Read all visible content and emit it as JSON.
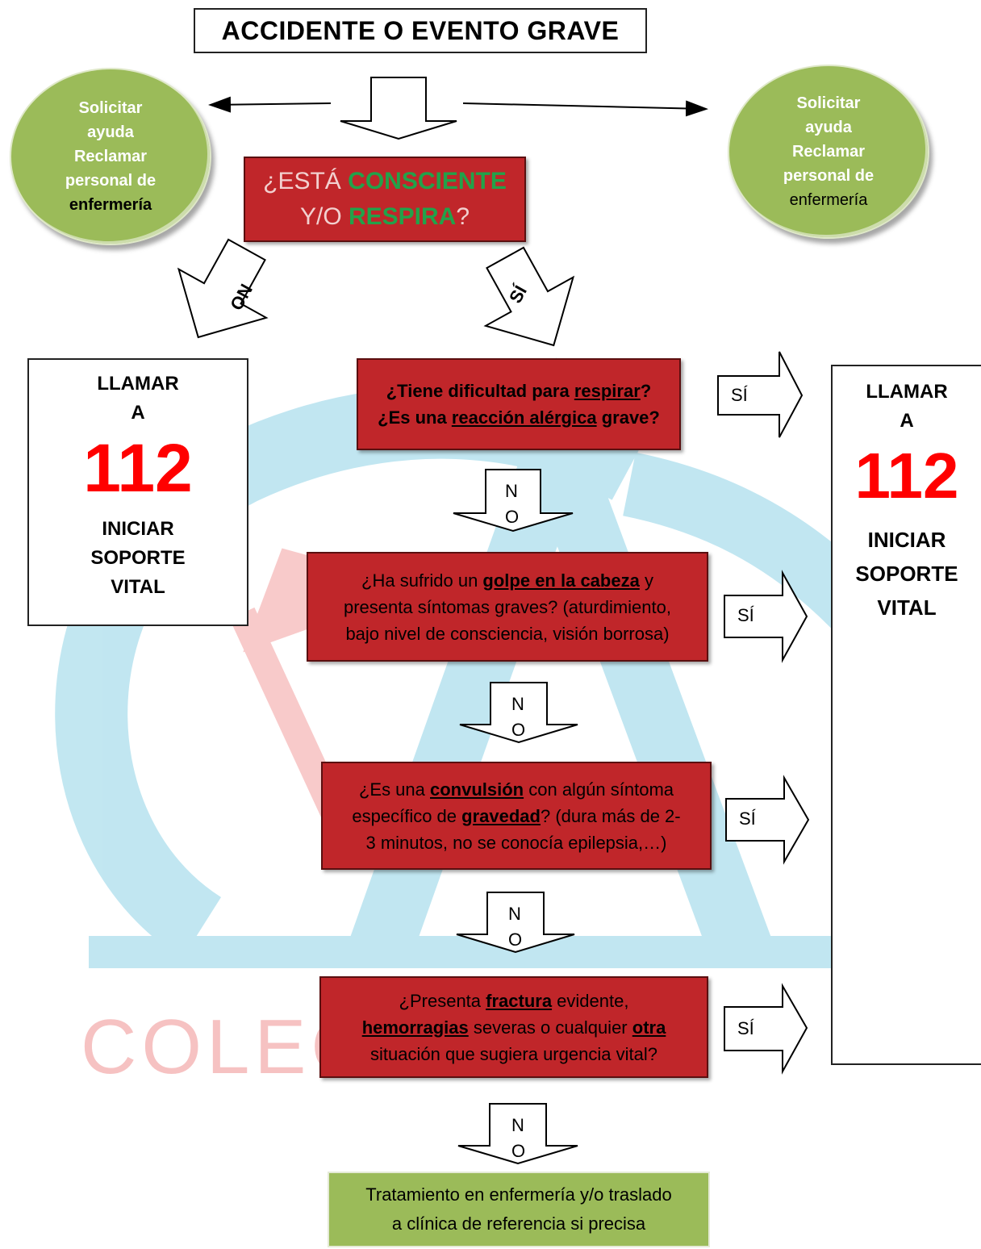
{
  "title": "ACCIDENTE O EVENTO GRAVE",
  "help_left": {
    "l1": "Solicitar",
    "l2": "ayuda",
    "l3": "Reclamar",
    "l4": "personal de",
    "l5": "enfermería"
  },
  "help_right": {
    "l1": "Solicitar",
    "l2": "ayuda",
    "l3": "Reclamar",
    "l4": "personal de",
    "l5": "enfermería"
  },
  "main_question": {
    "p1": "¿ESTÁ ",
    "p2": "CONSCIENTE",
    "p3": "Y/O ",
    "p4": "RESPIRA",
    "p5": "?"
  },
  "call_left": {
    "l1": "LLAMAR",
    "l2": "A",
    "number": "112",
    "l3": "INICIAR",
    "l4": "SOPORTE",
    "l5": "VITAL"
  },
  "call_right": {
    "l1": "LLAMAR",
    "l2": "A",
    "number": "112",
    "l3": "INICIAR",
    "l4": "SOPORTE",
    "l5": "VITAL"
  },
  "arrows": {
    "no": "NO",
    "si": "SÍ",
    "n": "N",
    "o": "O"
  },
  "q1": {
    "a": "¿Tiene dificultad para ",
    "b": "respirar",
    "c": "?",
    "d": "¿Es una ",
    "e": "reacción alérgica",
    "f": " grave?"
  },
  "q2": {
    "a": "¿Ha sufrido un ",
    "b": "golpe en la cabeza",
    "c": " y",
    "d": "presenta síntomas graves? (aturdimiento,",
    "e": "bajo nivel de consciencia, visión borrosa)"
  },
  "q3": {
    "a": "¿Es una ",
    "b": "convulsión",
    "c": " con algún síntoma",
    "d": "específico de ",
    "e": "gravedad",
    "f": "? (dura más de 2-",
    "g": "3 minutos, no se conocía epilepsia,…)"
  },
  "q4": {
    "a": "¿Presenta ",
    "b": "fractura",
    "c": " evidente,",
    "d": "hemorragias",
    "e": " severas o cualquier ",
    "f": "otra",
    "g": "situación que sugiera urgencia vital?"
  },
  "final": {
    "l1": "Tratamiento en enfermería y/o traslado",
    "l2": "a clínica de referencia si precisa"
  },
  "watermark": "COLEGIO"
}
